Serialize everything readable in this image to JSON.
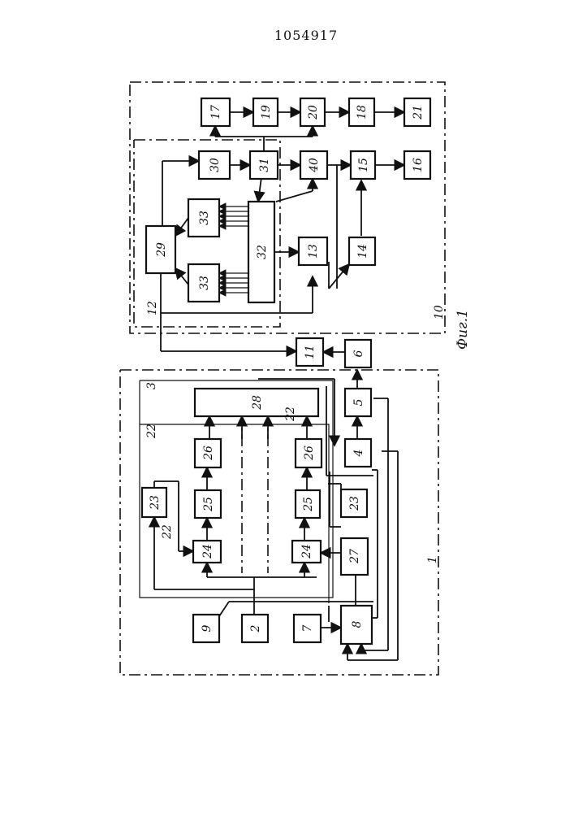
{
  "patent_number": "1054917",
  "figure_caption": "Фиг.1",
  "outline_labels": {
    "outer_left": "1",
    "outer_right": "10",
    "inner_3": "3",
    "inner_22": "22",
    "inner_12": "12"
  },
  "line_labels": {
    "l22a": "22",
    "l22b": "22"
  },
  "blocks": {
    "b17": "17",
    "b19": "19",
    "b20": "20",
    "b18": "18",
    "b21": "21",
    "b30": "30",
    "b31": "31",
    "b40": "40",
    "b15": "15",
    "b16": "16",
    "b29": "29",
    "b33a": "33",
    "b33b": "33",
    "b32": "32",
    "b13": "13",
    "b14": "14",
    "b11": "11",
    "b6": "6",
    "b28": "28",
    "b5": "5",
    "b4": "4",
    "b23a": "23",
    "b25a": "25",
    "b26a": "26",
    "b24a": "24",
    "b23b": "23",
    "b25b": "25",
    "b26b": "26",
    "b24b": "24",
    "b27": "27",
    "b9": "9",
    "b2": "2",
    "b7": "7",
    "b8": "8"
  }
}
